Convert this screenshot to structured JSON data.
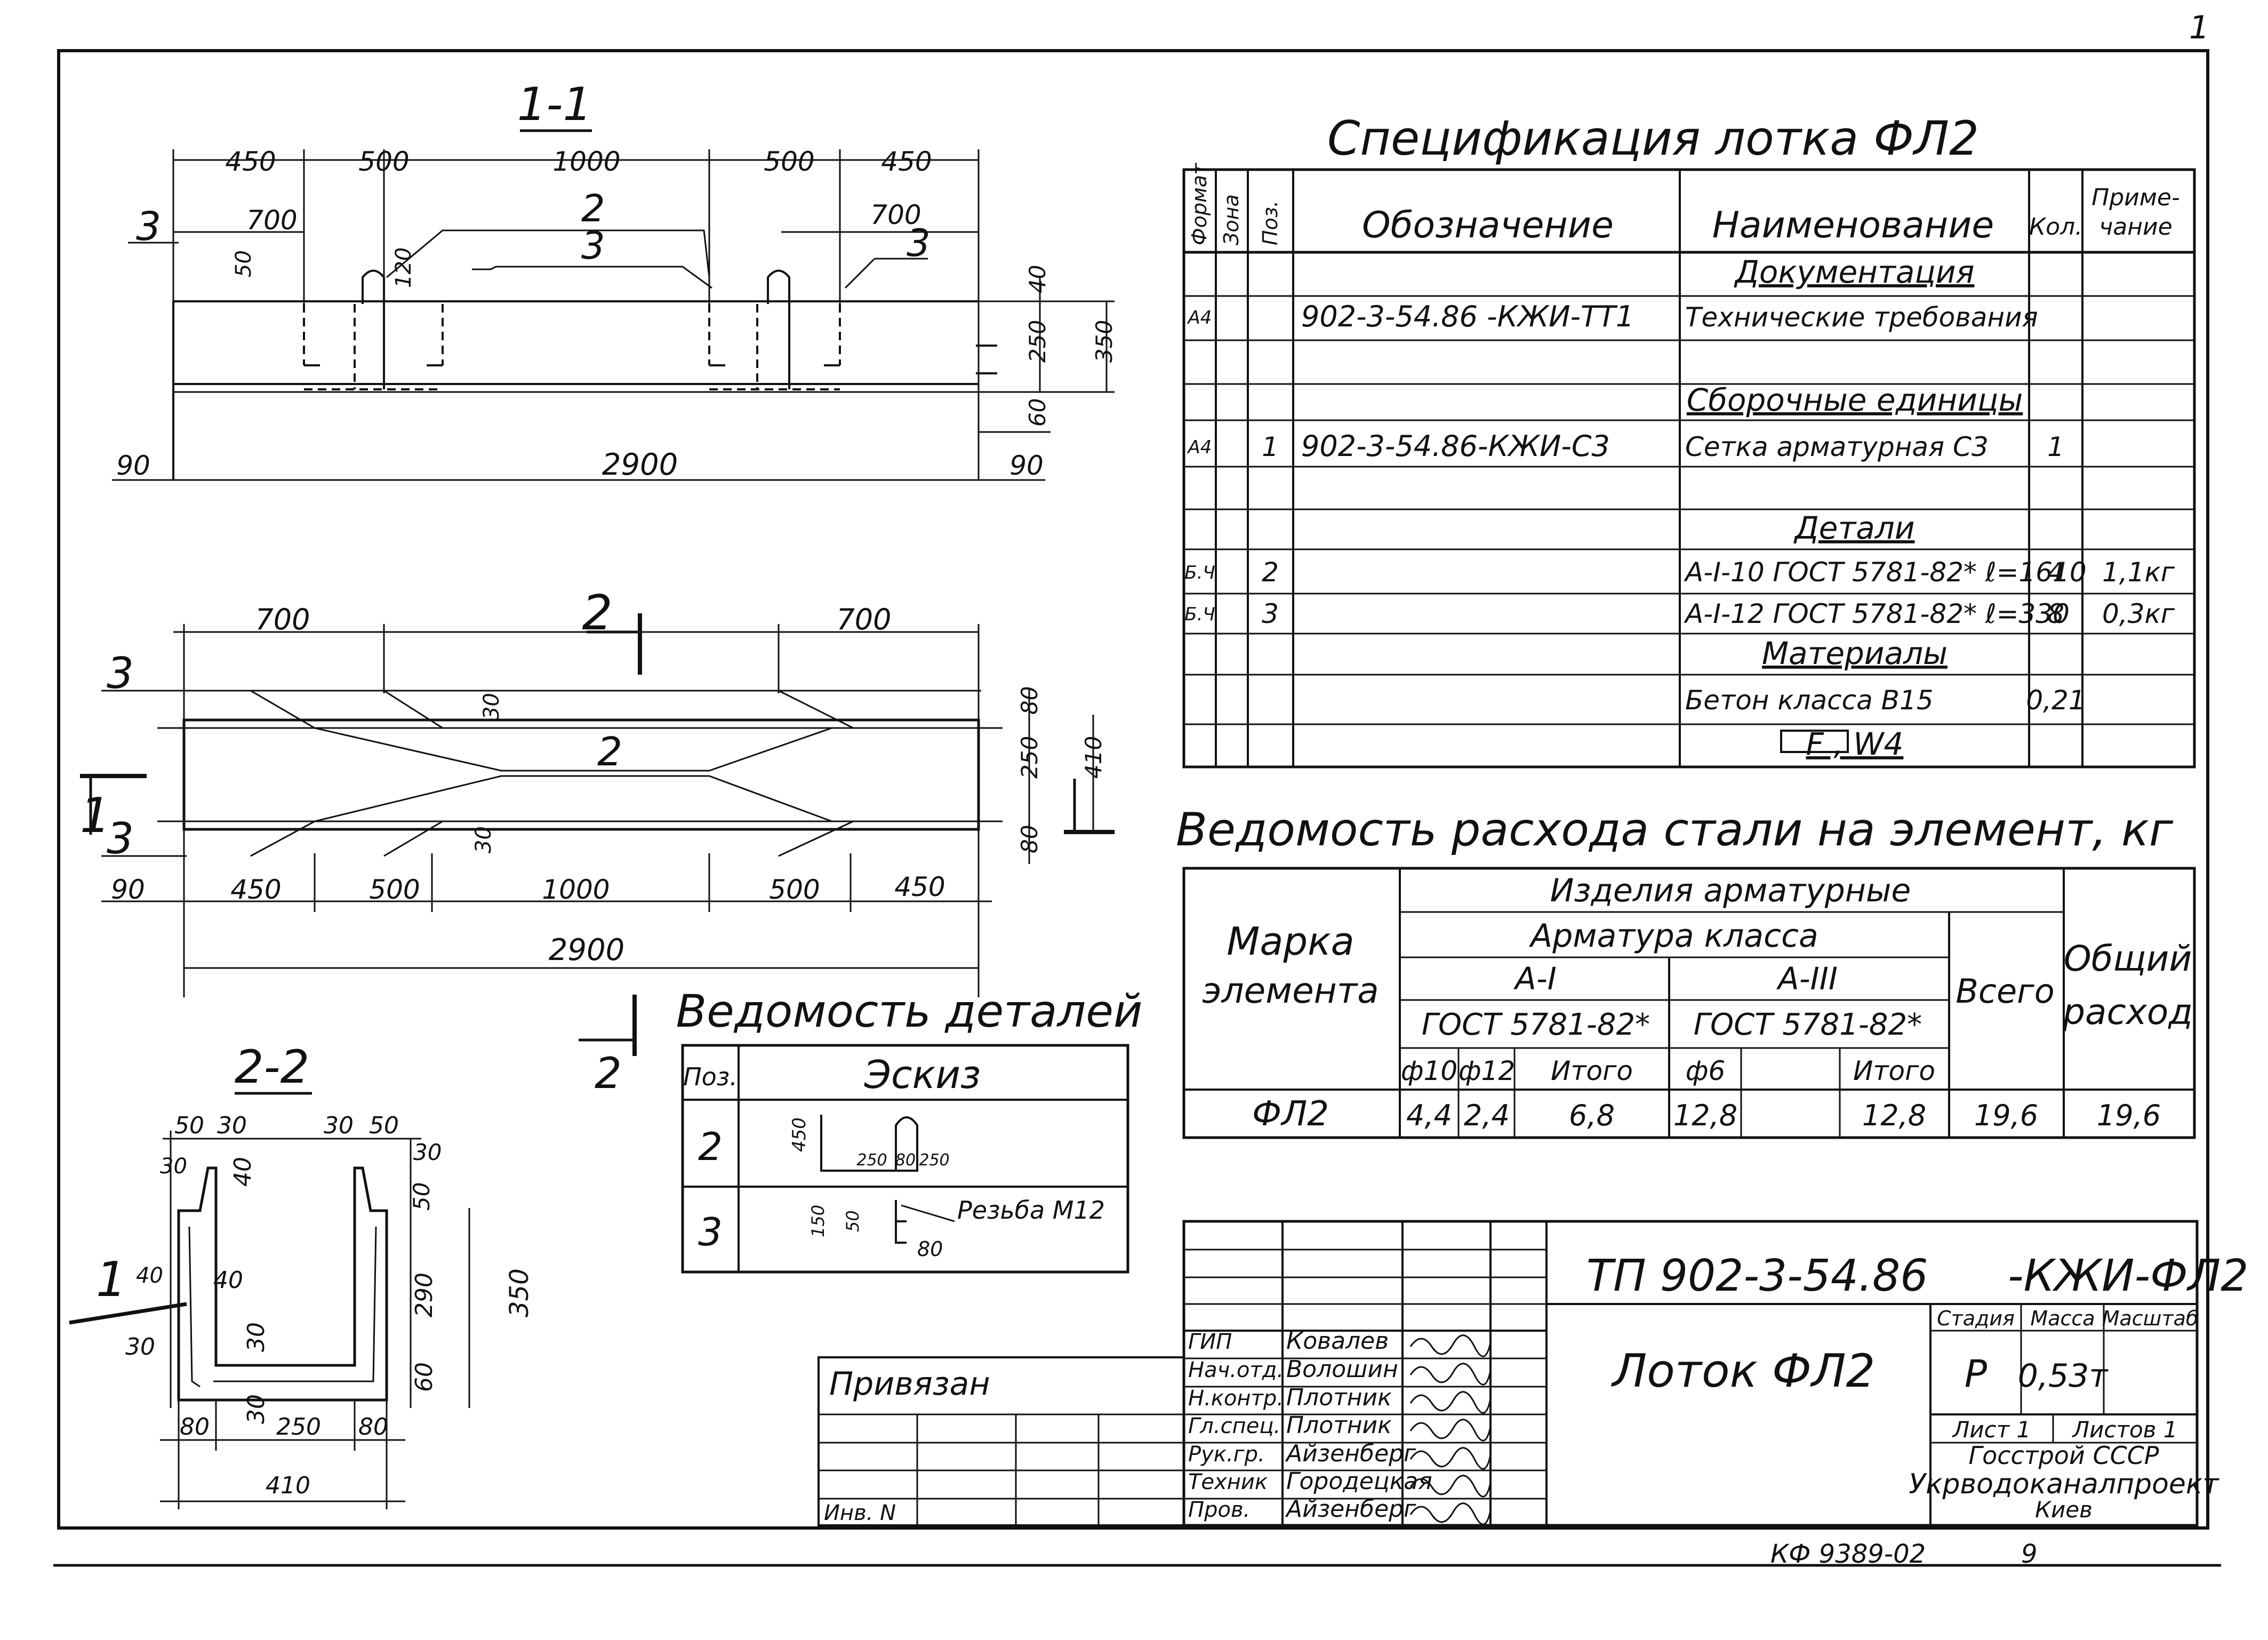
{
  "page_corner": "1",
  "drawing": {
    "section_1_1": {
      "title": "1-1",
      "dims_top": [
        "450",
        "500",
        "1000",
        "500",
        "450"
      ],
      "dims_top_r": [
        "700",
        "700"
      ],
      "dims_right": [
        "40",
        "250",
        "350",
        "60"
      ],
      "dims_bottom": [
        "90",
        "2900",
        "90"
      ],
      "marks": [
        "3",
        "2",
        "3",
        "3",
        "50",
        "120"
      ]
    },
    "plan": {
      "dims_top": [
        "700",
        "700"
      ],
      "dims_bottom": [
        "90",
        "450",
        "500",
        "1000",
        "500",
        "450"
      ],
      "dim_total": "2900",
      "dims_right": [
        "80",
        "250",
        "410",
        "80"
      ],
      "marks": [
        "3",
        "3",
        "2",
        "30",
        "30"
      ],
      "cut_1": "1",
      "cut_2": "2"
    },
    "section_2_2": {
      "title": "2-2",
      "dims_top": [
        "50",
        "30",
        "30",
        "50"
      ],
      "dims_left": [
        "30",
        "40",
        "30"
      ],
      "dims_inner": [
        "40",
        "40",
        "30",
        "30"
      ],
      "dims_right": [
        "30",
        "50",
        "290",
        "350",
        "60"
      ],
      "dims_bottom": [
        "80",
        "250",
        "80",
        "410"
      ],
      "cut_1": "1"
    }
  },
  "spec": {
    "title": "Спецификация лотка ФЛ2",
    "headers": [
      "Формат",
      "Зона",
      "Поз.",
      "Обозначение",
      "Наименование",
      "Кол.",
      "Приме-",
      "чание"
    ],
    "rows": [
      {
        "fmt": "",
        "zone": "",
        "pos": "",
        "code": "",
        "name": "Документация",
        "qty": "",
        "note": ""
      },
      {
        "fmt": "А4",
        "zone": "",
        "pos": "",
        "code": "902-3-54.86 -КЖИ-ТТ1",
        "name": "Технические требования",
        "qty": "",
        "note": ""
      },
      {
        "fmt": "",
        "zone": "",
        "pos": "",
        "code": "",
        "name": "",
        "qty": "",
        "note": ""
      },
      {
        "fmt": "",
        "zone": "",
        "pos": "",
        "code": "",
        "name": "Сборочные единицы",
        "qty": "",
        "note": ""
      },
      {
        "fmt": "А4",
        "zone": "",
        "pos": "1",
        "code": "902-3-54.86-КЖИ-С3",
        "name": "Сетка арматурная С3",
        "qty": "1",
        "note": ""
      },
      {
        "fmt": "",
        "zone": "",
        "pos": "",
        "code": "",
        "name": "",
        "qty": "",
        "note": ""
      },
      {
        "fmt": "",
        "zone": "",
        "pos": "",
        "code": "",
        "name": "Детали",
        "qty": "",
        "note": ""
      },
      {
        "fmt": "Б.Ч",
        "zone": "",
        "pos": "2",
        "code": "",
        "name": "А-I-10 ГОСТ 5781-82* ℓ=1610",
        "qty": "4",
        "note": "1,1кг"
      },
      {
        "fmt": "Б.Ч",
        "zone": "",
        "pos": "3",
        "code": "",
        "name": "А-I-12 ГОСТ 5781-82* ℓ=330",
        "qty": "8",
        "note": "0,3кг"
      },
      {
        "fmt": "",
        "zone": "",
        "pos": "",
        "code": "",
        "name": "Материалы",
        "qty": "",
        "note": ""
      },
      {
        "fmt": "",
        "zone": "",
        "pos": "",
        "code": "",
        "name": "Бетон класса В15",
        "qty": "0,21",
        "note": ""
      },
      {
        "fmt": "",
        "zone": "",
        "pos": "",
        "code": "",
        "name": "F , W4",
        "qty": "",
        "note": ""
      }
    ]
  },
  "steel": {
    "title": "Ведомость расхода стали на элемент, кг",
    "h_mark": [
      "Марка",
      "элемента"
    ],
    "h_group": "Изделия арматурные",
    "h_class": "Арматура класса",
    "h_a1": "А-I",
    "h_a3": "А-III",
    "h_gost1": "ГОСТ 5781-82*",
    "h_gost2": "ГОСТ 5781-82*",
    "h_total": "Всего",
    "h_overall": [
      "Общий",
      "расход"
    ],
    "h_cols": [
      "ф10",
      "ф12",
      "Итого",
      "ф6",
      "",
      "Итого"
    ],
    "row": [
      "ФЛ2",
      "4,4",
      "2,4",
      "6,8",
      "12,8",
      "",
      "12,8",
      "19,6",
      "19,6"
    ]
  },
  "details": {
    "title": "Ведомость деталей",
    "headers": [
      "Поз.",
      "Эскиз"
    ],
    "rows": [
      {
        "pos": "2",
        "sketch_dims": [
          "450",
          "250",
          "80",
          "250"
        ]
      },
      {
        "pos": "3",
        "sketch_dims": [
          "150",
          "50",
          "80"
        ],
        "note": "Резьба М12"
      }
    ]
  },
  "title_block": {
    "code": "ТП 902-3-54.86",
    "code_suffix": "-КЖИ-ФЛ2",
    "name": "Лоток ФЛ2",
    "stage_label": "Стадия",
    "mass_label": "Масса",
    "scale_label": "Масштаб",
    "stage": "Р",
    "mass": "0,53т",
    "scale": "",
    "sheet_label": "Лист 1",
    "sheets_label": "Листов 1",
    "org": [
      "Госстрой СССР",
      "Укрводоканалпроект",
      "Киев"
    ],
    "tied": "Привязан",
    "inv": "Инв. N",
    "staff": [
      {
        "role": "ГИП",
        "name": "Ковалев"
      },
      {
        "role": "Нач.отд.",
        "name": "Волошин"
      },
      {
        "role": "Н.контр.",
        "name": "Плотник"
      },
      {
        "role": "Гл.спец.",
        "name": "Плотник"
      },
      {
        "role": "Рук.гр.",
        "name": "Айзенберг"
      },
      {
        "role": "Техник",
        "name": "Городецкая"
      },
      {
        "role": "Пров.",
        "name": "Айзенберг"
      }
    ]
  },
  "footer": {
    "code": "КФ 9389-02",
    "num": "9"
  }
}
